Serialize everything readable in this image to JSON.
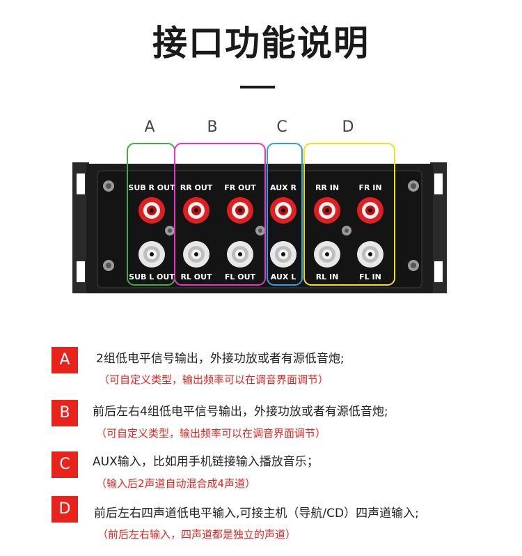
{
  "page": {
    "title": "接口功能说明"
  },
  "groups": [
    {
      "letter": "A",
      "color": "#3cb043"
    },
    {
      "letter": "B",
      "color": "#e834c8"
    },
    {
      "letter": "C",
      "color": "#2f9fe0"
    },
    {
      "letter": "D",
      "color": "#f0e020"
    }
  ],
  "jacks": {
    "sub_r_out": "SUB R OUT",
    "sub_l_out": "SUB L OUT",
    "rr_out": "RR OUT",
    "fr_out": "FR OUT",
    "rl_out": "RL OUT",
    "fl_out": "FL OUT",
    "aux_r": "AUX R",
    "aux_l": "AUX L",
    "rr_in": "RR IN",
    "fr_in": "FR IN",
    "rl_in": "RL IN",
    "fl_in": "FL IN"
  },
  "descriptions": [
    {
      "badge": "A",
      "main": "2组低电平信号输出，外接功放或者有源低音炮;",
      "sub": "（可自定义类型，输出频率可以在调音界面调节）"
    },
    {
      "badge": "B",
      "main": "前后左右4组低电平信号输出，外接功放或者有源低音炮;",
      "sub": "（可自定义类型，输出频率可以在调音界面调节）"
    },
    {
      "badge": "C",
      "main": "AUX输入，比如用手机链接输入播放音乐；",
      "sub": "（输入后2声道自动混合成4声道）"
    },
    {
      "badge": "D",
      "main": "前后左右四声道低电平输入,可接主机（导航/CD）四声道输入;",
      "sub": "（前后左右输入，四声道都是独立的声道）"
    }
  ],
  "colors": {
    "badge": "#e8231c",
    "sub_text": "#e8231c",
    "jack_red": "#e02020",
    "jack_white": "#e8e8e8",
    "panel": "#141414"
  }
}
